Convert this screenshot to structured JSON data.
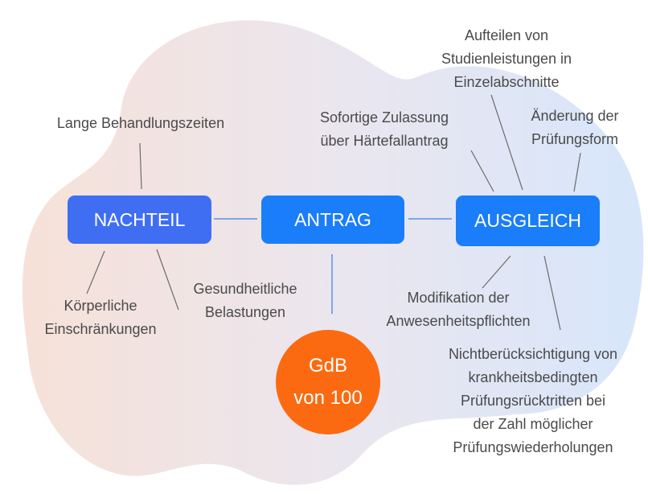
{
  "nodes": {
    "nachteil": "NACHTEIL",
    "antrag": "ANTRAG",
    "ausgleich": "AUSGLEICH"
  },
  "circle": {
    "line1": "GdB",
    "line2": "von 100"
  },
  "labels": {
    "lange_behandlungszeiten": "Lange Behandlungszeiten",
    "koerperliche_1": "Körperliche",
    "koerperliche_2": "Einschränkungen",
    "gesundheitliche_1": "Gesundheitliche",
    "gesundheitliche_2": "Belastungen",
    "sofortige_1": "Sofortige Zulassung",
    "sofortige_2": "über Härtefallantrag",
    "aufteilen_1": "Aufteilen von",
    "aufteilen_2": "Studienleistungen in",
    "aufteilen_3": "Einzelabschnitte",
    "aenderung_1": "Änderung der",
    "aenderung_2": "Prüfungsform",
    "modifikation_1": "Modifikation der",
    "modifikation_2": "Anwesenheitspflichten",
    "nichtberueck_1": "Nichtberücksichtigung von",
    "nichtberueck_2": "krankheitsbedingten",
    "nichtberueck_3": "Prüfungsrücktritten bei",
    "nichtberueck_4": "der Zahl möglicher",
    "nichtberueck_5": "Prüfungswiederholungen"
  },
  "colors": {
    "node_nachteil": "#3f6ef2",
    "node_primary": "#1a7dfa",
    "circle": "#fb6a11",
    "text": "#4a4a4a",
    "connector": "#6b6b6b",
    "node_connector": "#5b8fe8",
    "blob_warm": "#f6e1d8",
    "blob_cool": "#d7e6fb"
  }
}
